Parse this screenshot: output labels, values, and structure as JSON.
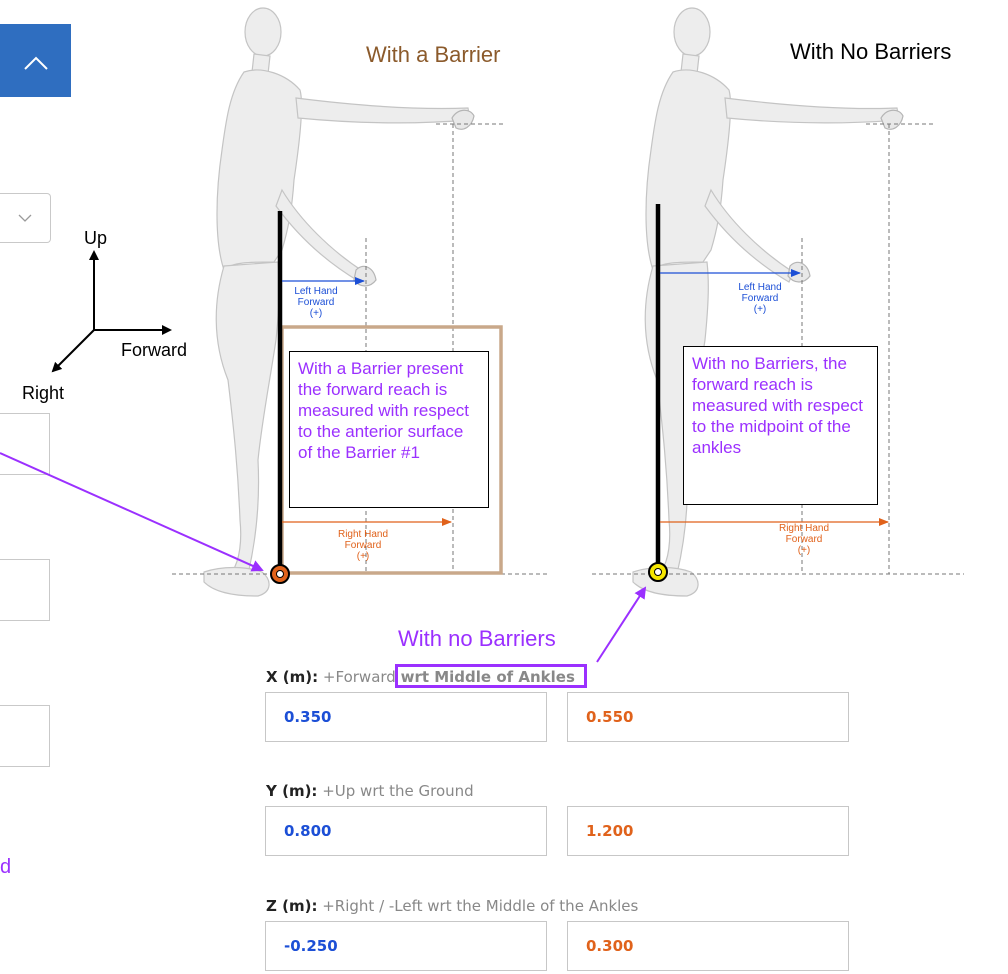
{
  "left_panel": {
    "cut_text": "d"
  },
  "axes": {
    "up": "Up",
    "forward": "Forward",
    "right": "Right"
  },
  "with_barrier": {
    "title": "With a Barrier",
    "left_hand_label": [
      "Left Hand",
      "Forward",
      "(+)"
    ],
    "right_hand_label": [
      "Right Hand",
      "Forward",
      "(+)"
    ],
    "callout": "With a Barrier present the forward reach is measured with respect to the anterior surface of the Barrier #1"
  },
  "no_barrier": {
    "title": "With No Barriers",
    "left_hand_label": [
      "Left Hand",
      "Forward",
      "(+)"
    ],
    "right_hand_label": [
      "Right Hand",
      "Forward",
      "(+)"
    ],
    "callout": "With no Barriers, the forward reach is measured  with respect to the midpoint of the ankles"
  },
  "annotation": {
    "text": "With no Barriers"
  },
  "colors": {
    "left_hand": "#1c4fd6",
    "right_hand": "#e0621b",
    "annotation": "#9b30ff",
    "barrier_outline": "#c9a88a",
    "header_button": "#2f6ec0"
  },
  "icons": {
    "collapse_button": "chevron-up-icon",
    "dropdown": "chevron-down-icon"
  },
  "form": {
    "x": {
      "label": "X (m):",
      "hint_prefix": "+Forward",
      "hint_highlight": "wrt Middle of Ankles",
      "left_value": "0.350",
      "right_value": "0.550"
    },
    "y": {
      "label": "Y (m):",
      "hint": "+Up wrt the Ground",
      "left_value": "0.800",
      "right_value": "1.200"
    },
    "z": {
      "label": "Z (m):",
      "hint": "+Right / -Left wrt the Middle of the Ankles",
      "left_value": "-0.250",
      "right_value": "0.300"
    }
  }
}
